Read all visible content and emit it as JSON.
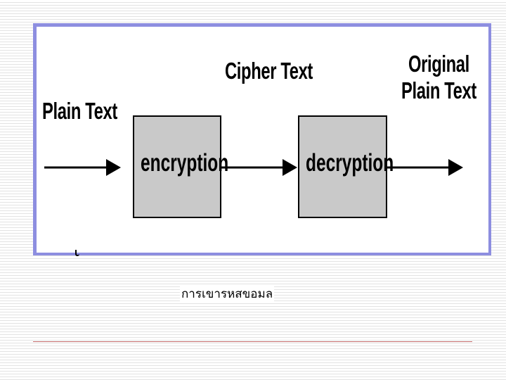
{
  "diagram": {
    "input_label": "Plain Text",
    "intermediate_label": "Cipher Text",
    "output_label_line1": "Original",
    "output_label_line2": "Plain Text",
    "encrypt_step": "encryption",
    "decrypt_step": "decryption"
  },
  "caption": "การเขารหสขอมล",
  "colors": {
    "frame_border": "#8d8ee0",
    "box_fill": "#c9c9c9",
    "footer_rule": "#c26a6a",
    "arrow": "#000000"
  }
}
